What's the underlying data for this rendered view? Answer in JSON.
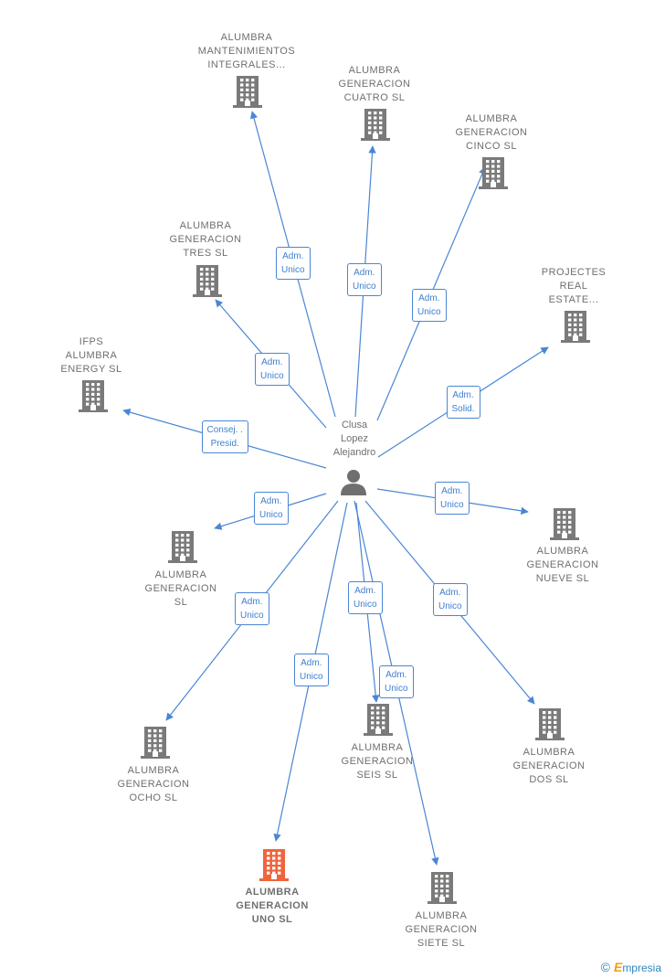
{
  "center": {
    "label": "Clusa\nLopez\nAlejandro",
    "icon": "person-icon"
  },
  "colors": {
    "edge": "#4a86d4",
    "building": "#7a7a7a",
    "highlight": "#f0643c"
  },
  "nodes": [
    {
      "id": "mantenimientos",
      "label": "ALUMBRA\nMANTENIMIENTOS\nINTEGRALES...",
      "highlight": false
    },
    {
      "id": "cuatro",
      "label": "ALUMBRA\nGENERACION\nCUATRO  SL",
      "highlight": false
    },
    {
      "id": "cinco",
      "label": "ALUMBRA\nGENERACION\nCINCO  SL",
      "highlight": false
    },
    {
      "id": "tres",
      "label": "ALUMBRA\nGENERACION\nTRES  SL",
      "highlight": false
    },
    {
      "id": "projectes",
      "label": "PROJECTES\nREAL\nESTATE...",
      "highlight": false
    },
    {
      "id": "ifps",
      "label": "IFPS\nALUMBRA\nENERGY  SL",
      "highlight": false
    },
    {
      "id": "nueve",
      "label": "ALUMBRA\nGENERACION\nNUEVE  SL",
      "highlight": false
    },
    {
      "id": "generacion",
      "label": "ALUMBRA\nGENERACION\nSL",
      "highlight": false
    },
    {
      "id": "ocho",
      "label": "ALUMBRA\nGENERACION\nOCHO  SL",
      "highlight": false
    },
    {
      "id": "seis",
      "label": "ALUMBRA\nGENERACION\nSEIS  SL",
      "highlight": false
    },
    {
      "id": "dos",
      "label": "ALUMBRA\nGENERACION\nDOS  SL",
      "highlight": false
    },
    {
      "id": "uno",
      "label": "ALUMBRA\nGENERACION\nUNO  SL",
      "highlight": true
    },
    {
      "id": "siete",
      "label": "ALUMBRA\nGENERACION\nSIETE  SL",
      "highlight": false
    }
  ],
  "edges": [
    {
      "to": "mantenimientos",
      "label": "Adm.\nUnico"
    },
    {
      "to": "cuatro",
      "label": "Adm.\nUnico"
    },
    {
      "to": "cinco",
      "label": "Adm.\nUnico"
    },
    {
      "to": "tres",
      "label": "Adm.\nUnico"
    },
    {
      "to": "projectes",
      "label": "Adm.\nSolid."
    },
    {
      "to": "ifps",
      "label": "Consej. .\nPresid."
    },
    {
      "to": "nueve",
      "label": "Adm.\nUnico"
    },
    {
      "to": "generacion",
      "label": "Adm.\nUnico"
    },
    {
      "to": "ocho",
      "label": "Adm.\nUnico"
    },
    {
      "to": "seis",
      "label": "Adm.\nUnico"
    },
    {
      "to": "dos",
      "label": "Adm.\nUnico"
    },
    {
      "to": "uno",
      "label": "Adm.\nUnico"
    },
    {
      "to": "siete",
      "label": "Adm.\nUnico"
    }
  ],
  "footer": {
    "copyright": "©",
    "brand_first": "E",
    "brand_rest": "mpresia"
  }
}
